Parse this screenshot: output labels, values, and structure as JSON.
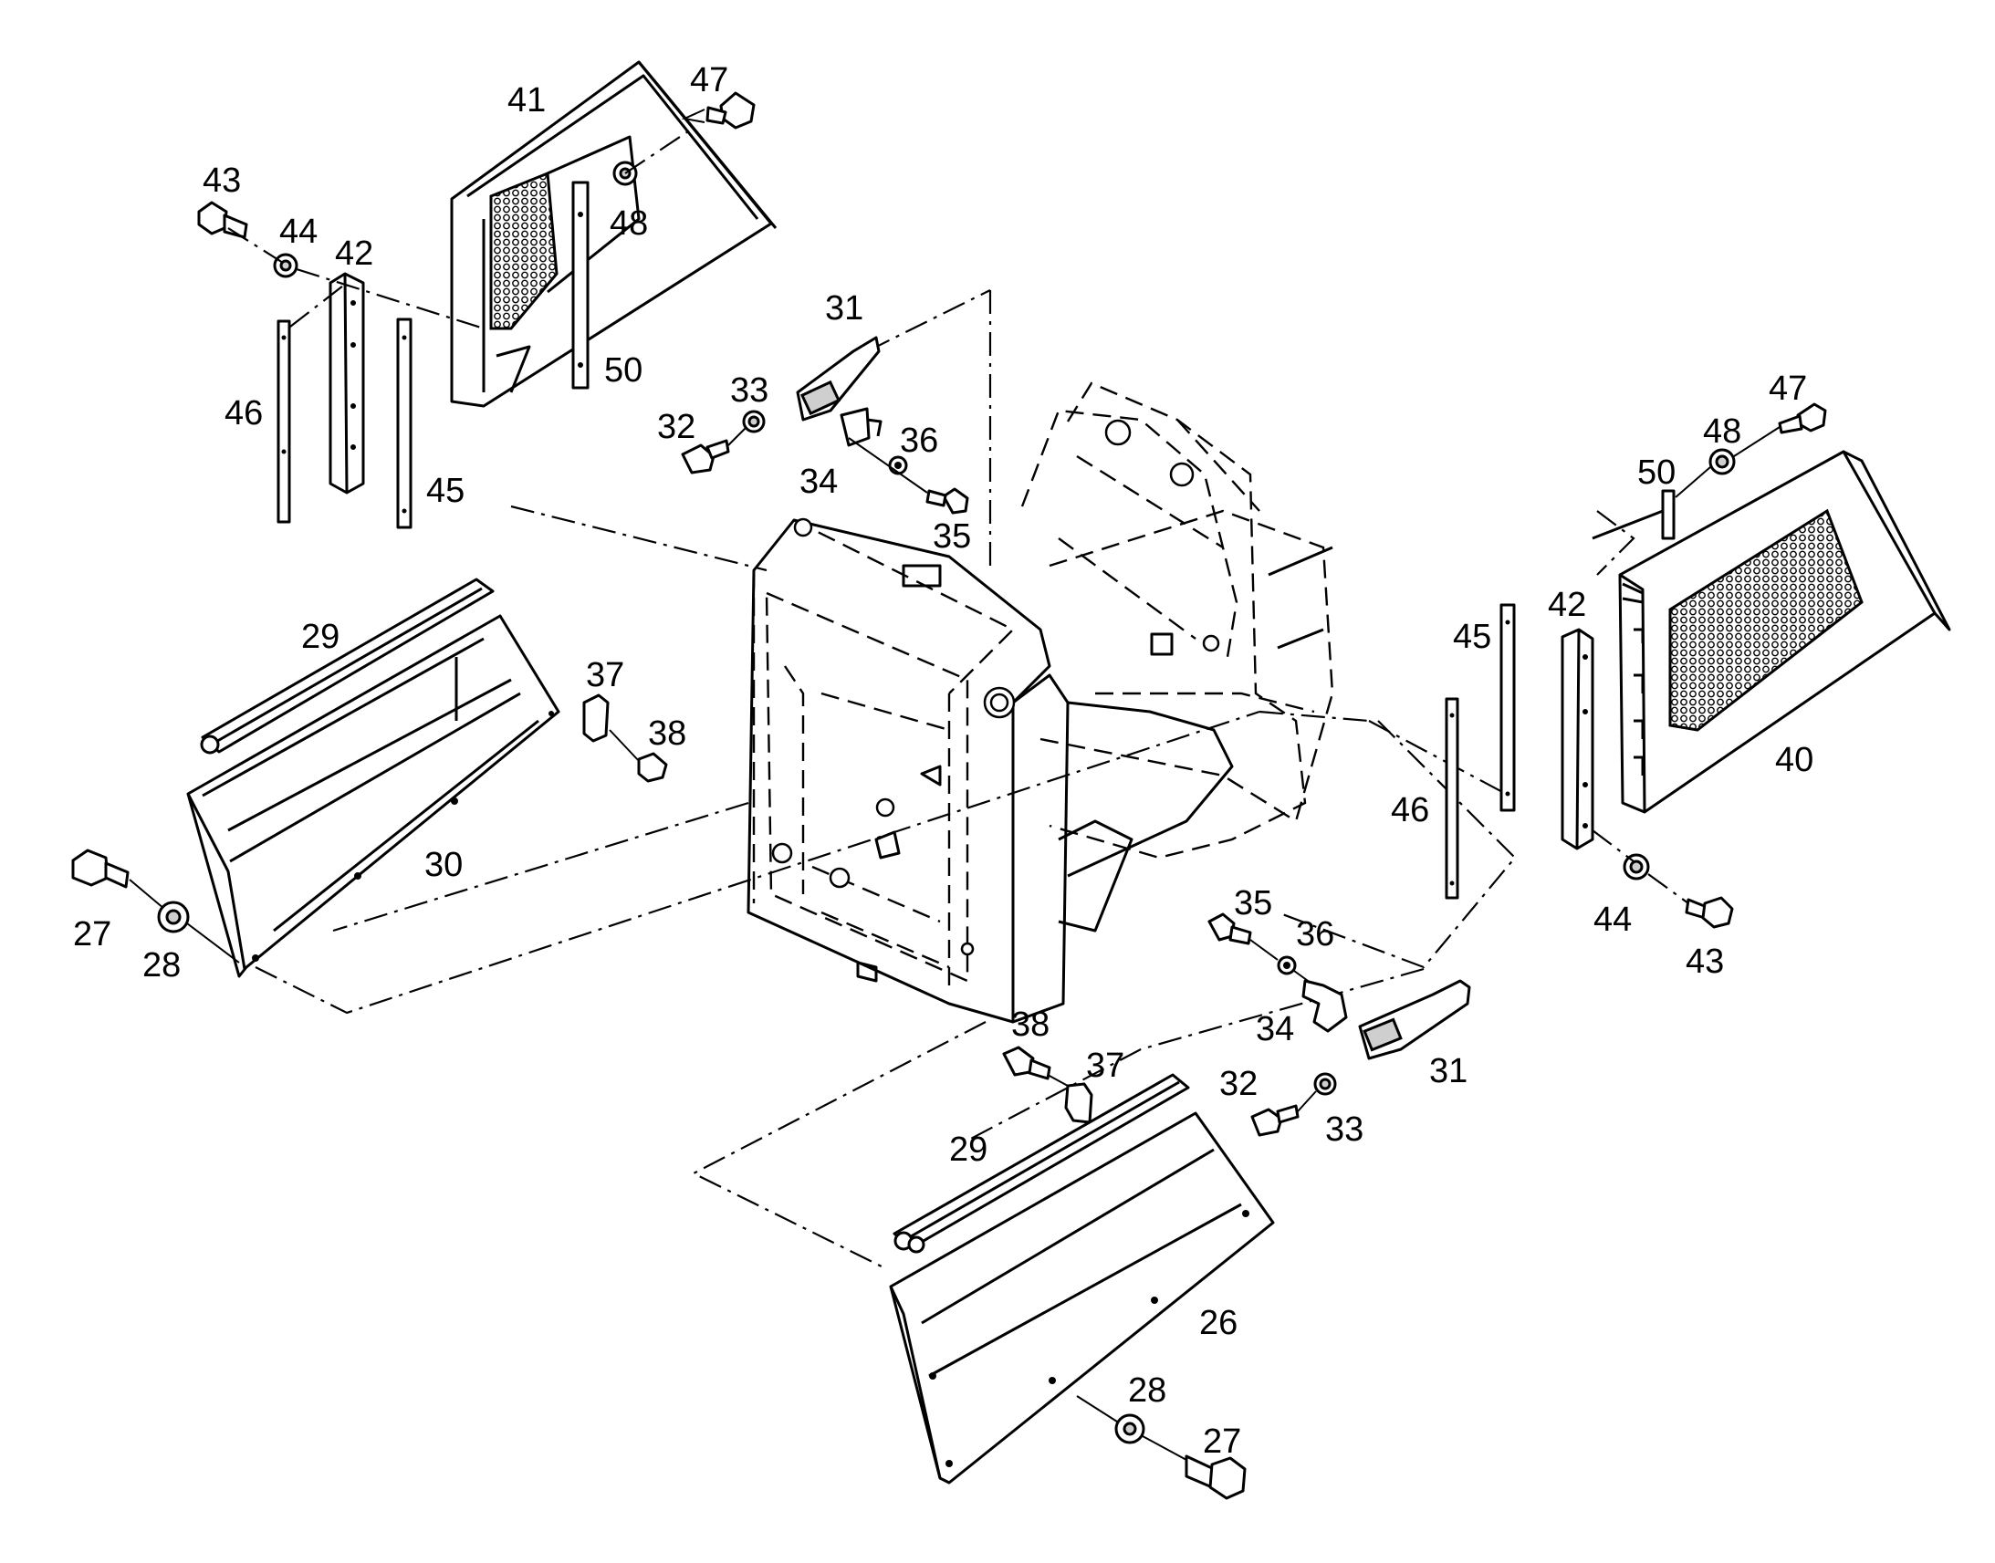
{
  "diagram": {
    "labels": {
      "l41": "41",
      "l47a": "47",
      "l43a": "43",
      "l44a": "44",
      "l42a": "42",
      "l48a": "48",
      "l50a": "50",
      "l46a": "46",
      "l45a": "45",
      "l31a": "31",
      "l33a": "33",
      "l32a": "32",
      "l36a": "36",
      "l34a": "34",
      "l35a": "35",
      "l29a": "29",
      "l37a": "37",
      "l38a": "38",
      "l30": "30",
      "l27a": "27",
      "l28a": "28",
      "l47b": "47",
      "l48b": "48",
      "l50b": "50",
      "l45b": "45",
      "l42b": "42",
      "l40": "40",
      "l46b": "46",
      "l44b": "44",
      "l43b": "43",
      "l35b": "35",
      "l36b": "36",
      "l34b": "34",
      "l31b": "31",
      "l32b": "32",
      "l33b": "33",
      "l38b": "38",
      "l37b": "37",
      "l29b": "29",
      "l26": "26",
      "l28b": "28",
      "l27b": "27"
    }
  }
}
